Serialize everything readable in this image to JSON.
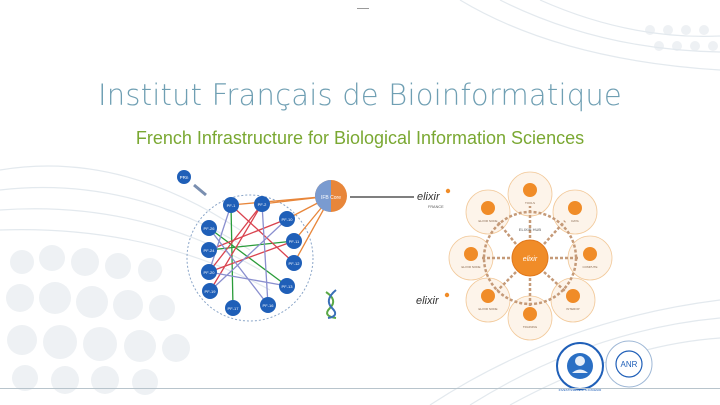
{
  "slide": {
    "title": "Institut Français de Bioinformatique",
    "subtitle": "French Infrastructure for Biological Information Sciences"
  },
  "network": {
    "core_label": "IFB Core",
    "hub_label": "PRn",
    "nodes": [
      "PF-1",
      "PF-2",
      "PF-10",
      "PF-11",
      "PF-12",
      "PF-13",
      "PF-16",
      "PF-17",
      "PF-19",
      "PF-20",
      "PF-24",
      "PF-26",
      "PF-30"
    ]
  },
  "elixir": {
    "brand": "elixir",
    "label_france": "FRANCE",
    "hub_label": "ELIXIR HUB",
    "center_brand": "elixir",
    "pillars": [
      "TOOLS",
      "DATA",
      "COMPUTE",
      "INTEROP",
      "TRAINING",
      "ELIXIR NODE",
      "ELIXIR NODE",
      "ELIXIR NODE"
    ]
  },
  "logos": {
    "anr": "ANR",
    "investissements": "INVESTISSEMENTS D'AVENIR"
  },
  "colors": {
    "title": "#6f9fb3",
    "subtitle": "#7aa832",
    "node_blue": "#1f5fb8",
    "core_orange": "#e8863a",
    "elixir_orange": "#f08c28"
  }
}
